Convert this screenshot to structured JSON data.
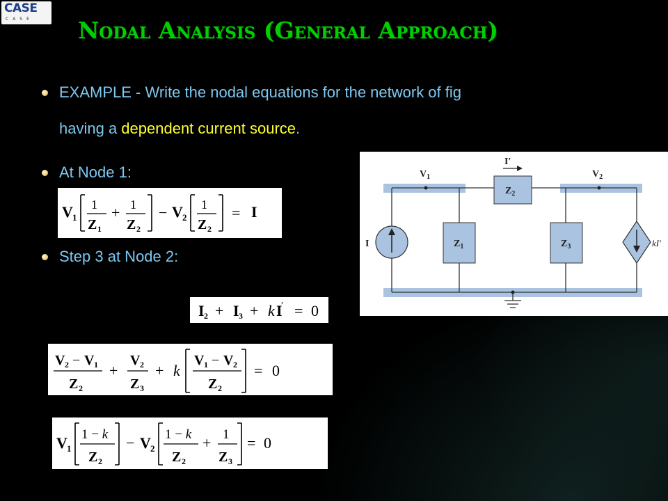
{
  "logo": {
    "text": "CASE",
    "sub": "CASE"
  },
  "title": "Nodal Analysis (General Approach)",
  "bullets": {
    "b1_prefix": "EXAMPLE - Write the nodal equations for the network of fig",
    "b1_line2_start": "having a ",
    "b1_highlight": "dependent current source",
    "b1_end": ".",
    "b2": "At Node 1:",
    "b3": "Step 3 at Node 2:"
  },
  "circuit": {
    "v1": "V",
    "v1_sub": "1",
    "v2": "V",
    "v2_sub": "2",
    "iprime": "I′",
    "z1": "Z",
    "z1_sub": "1",
    "z2": "Z",
    "z2_sub": "2",
    "z3": "Z",
    "z3_sub": "3",
    "isrc": "I",
    "kI": "kI′"
  },
  "equations": {
    "eq1": "V1[1/Z1 + 1/Z2] − V2[1/Z2] = I",
    "eq2": "I2 + I3 + kI′ = 0",
    "eq3": "(V2 − V1)/Z2 + V2/Z3 + k[(V1 − V2)/Z2] = 0",
    "eq4": "V1[(1 − k)/Z2] − V2[(1 − k)/Z2 + 1/Z3] = 0"
  }
}
